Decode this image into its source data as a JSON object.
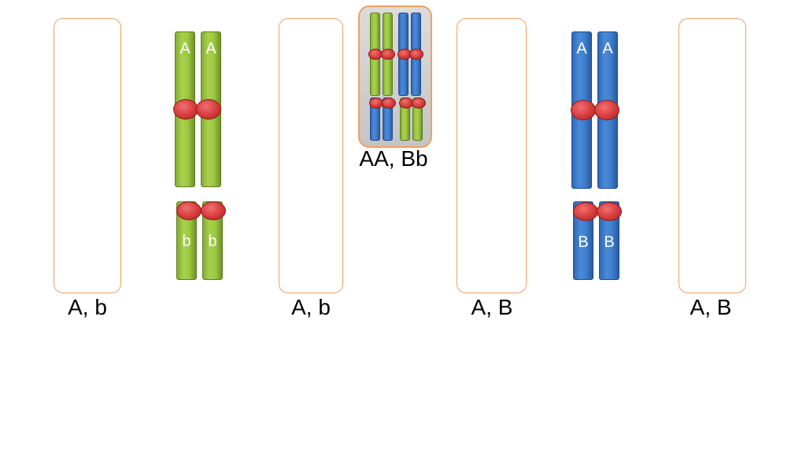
{
  "cells": [
    {
      "label": "A, b"
    },
    {
      "label": "A, b"
    },
    {
      "label": "A, B"
    },
    {
      "label": "A, B"
    }
  ],
  "parent_cell": {
    "label": "AA, Bb"
  },
  "chromosomes": {
    "green_long": {
      "allele_top_left": "A",
      "allele_top_right": "A"
    },
    "green_short": {
      "allele_left": "b",
      "allele_right": "b"
    },
    "blue_long": {
      "allele_top_left": "A",
      "allele_top_right": "A"
    },
    "blue_short": {
      "allele_left": "B",
      "allele_right": "B"
    }
  },
  "colors": {
    "cell_border": "#f0a060",
    "chromosome_green": "#9cc842",
    "chromosome_blue": "#3f7fcf",
    "centromere_red": "#d63a3a"
  }
}
